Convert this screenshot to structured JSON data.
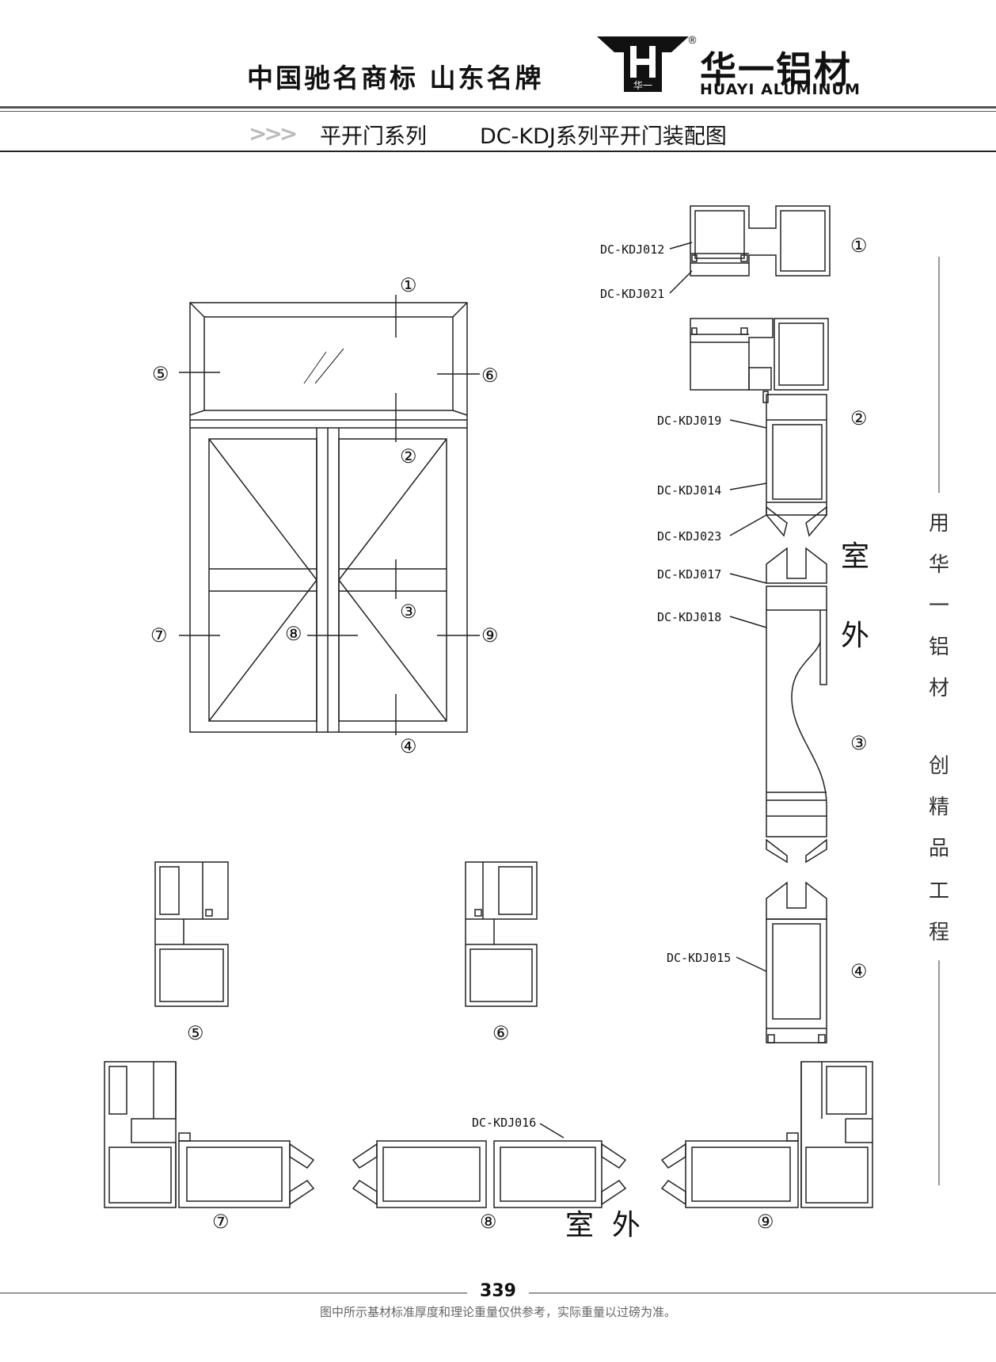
{
  "header": {
    "slogan": "中国驰名商标  山东名牌",
    "brand_cn": "华一铝材",
    "brand_en": "HUAYI ALUMINUM",
    "logo_text": "华一",
    "registered_mark": "®"
  },
  "title_bar": {
    "chevrons": ">>>",
    "series": "平开门系列",
    "drawing_title": "DC-KDJ系列平开门装配图"
  },
  "part_codes": {
    "p012": "DC-KDJ012",
    "p021": "DC-KDJ021",
    "p019": "DC-KDJ019",
    "p014": "DC-KDJ014",
    "p023": "DC-KDJ023",
    "p017": "DC-KDJ017",
    "p018": "DC-KDJ018",
    "p015": "DC-KDJ015",
    "p016": "DC-KDJ016"
  },
  "section_marks": {
    "n1": "①",
    "n2": "②",
    "n3": "③",
    "n4": "④",
    "n5": "⑤",
    "n6": "⑥",
    "n7": "⑦",
    "n8": "⑧",
    "n9": "⑨"
  },
  "labels": {
    "exterior_c1": "室",
    "exterior_c2": "外",
    "exterior_bottom": "室  外"
  },
  "side_text": {
    "chars": [
      "用",
      "华",
      "一",
      "铝",
      "材",
      "创",
      "精",
      "品",
      "工",
      "程"
    ]
  },
  "footer": {
    "page_number": "339",
    "note": "图中所示基材标准厚度和理论重量仅供参考，实际重量以过磅为准。"
  }
}
